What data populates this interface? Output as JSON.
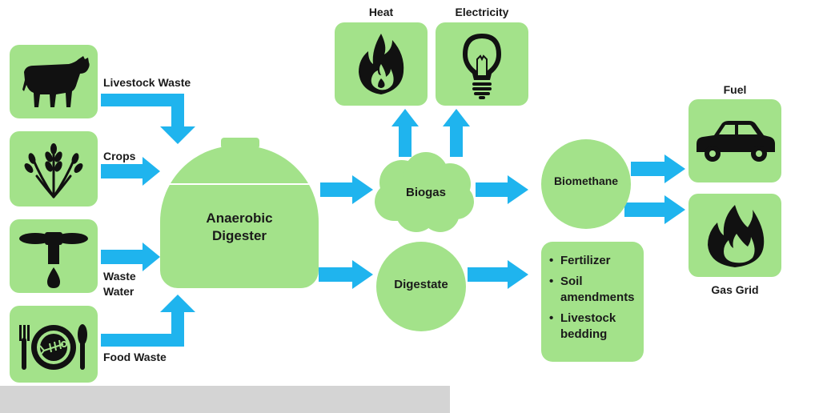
{
  "inputs": {
    "livestock": "Livestock Waste",
    "crops": "Crops",
    "waste_water_1": "Waste",
    "waste_water_2": "Water",
    "food": "Food Waste"
  },
  "digester": {
    "line1": "Anaerobic",
    "line2": "Digester"
  },
  "biogas": "Biogas",
  "digestate": "Digestate",
  "biomethane": "Biomethane",
  "outputs": {
    "heat": "Heat",
    "electricity": "Electricity",
    "fuel": "Fuel",
    "gas_grid": "Gas Grid"
  },
  "digestate_uses": [
    "Fertilizer",
    "Soil amendments",
    "Livestock bedding"
  ],
  "colors": {
    "tile_green": "#a3e28a",
    "arrow_blue": "#1fb4ee",
    "icon_dark": "#111111"
  }
}
